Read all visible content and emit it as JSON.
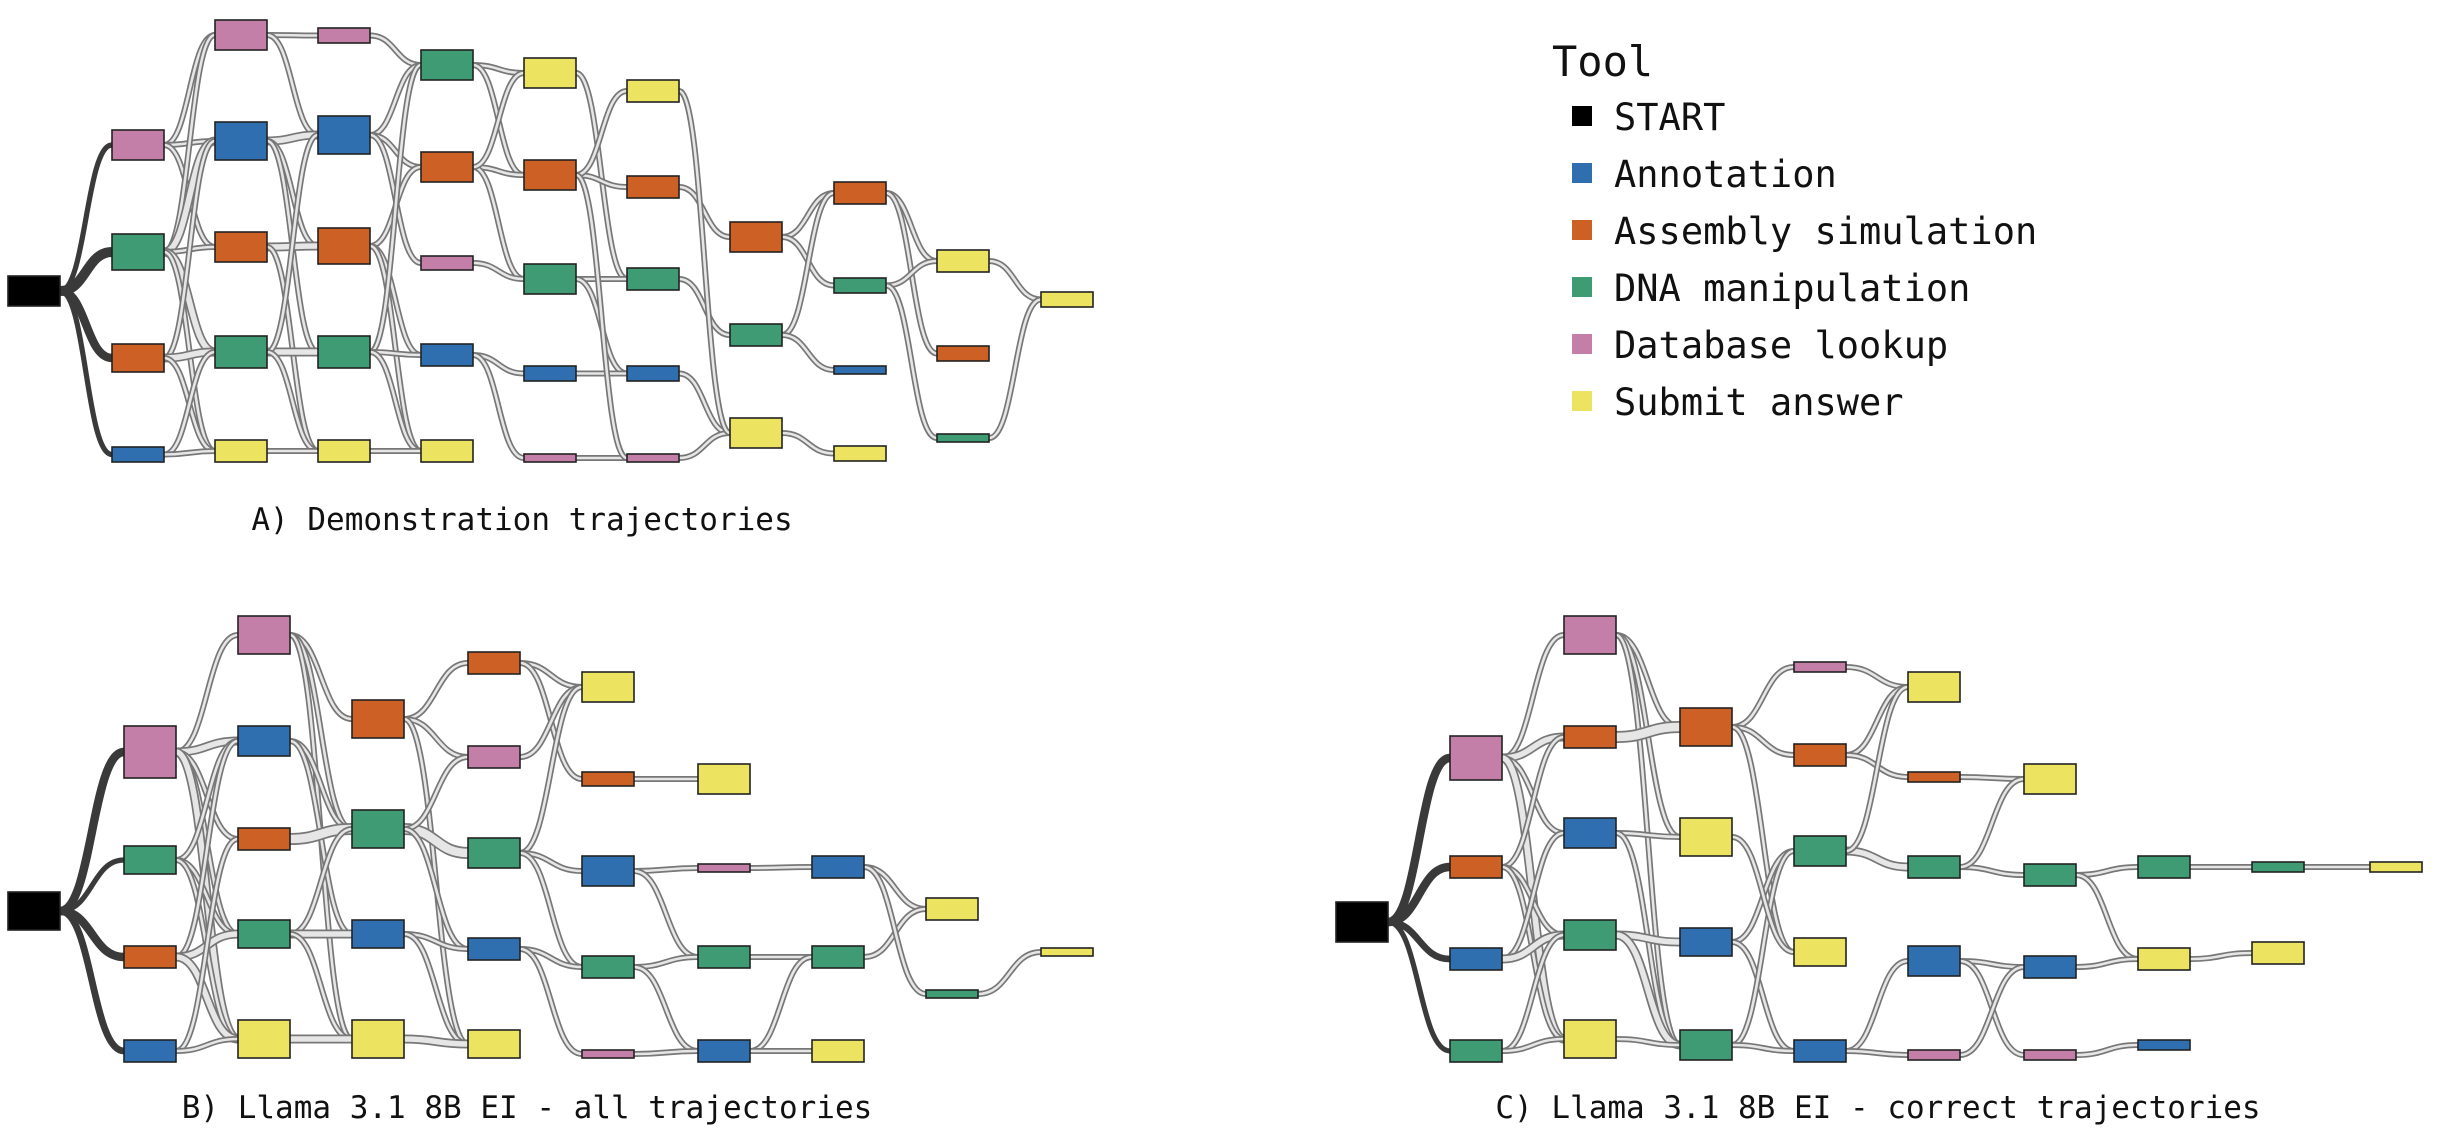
{
  "legend": {
    "title": "Tool",
    "items": [
      {
        "key": "START",
        "label": "START",
        "color": "#000000"
      },
      {
        "key": "ANN",
        "label": "Annotation",
        "color": "#2f6fb0"
      },
      {
        "key": "ASM",
        "label": "Assembly simulation",
        "color": "#cc6025"
      },
      {
        "key": "DNA",
        "label": "DNA manipulation",
        "color": "#3e9b73"
      },
      {
        "key": "DB",
        "label": "Database lookup",
        "color": "#c47fa8"
      },
      {
        "key": "SUB",
        "label": "Submit answer",
        "color": "#ece361"
      }
    ]
  },
  "panels": [
    {
      "id": "A",
      "caption": "A) Demonstration trajectories"
    },
    {
      "id": "B",
      "caption": "B) Llama 3.1 8B EI - all trajectories"
    },
    {
      "id": "C",
      "caption": "C) Llama 3.1 8B EI - correct trajectories"
    }
  ],
  "chart_data": [
    {
      "type": "sankey",
      "title": "A) Demonstration trajectories",
      "nodes": [
        {
          "id": "a0",
          "tool": "START",
          "step": 0
        },
        {
          "id": "a1a",
          "tool": "DB",
          "step": 1
        },
        {
          "id": "a1b",
          "tool": "DNA",
          "step": 1
        },
        {
          "id": "a1c",
          "tool": "ASM",
          "step": 1
        },
        {
          "id": "a1d",
          "tool": "ANN",
          "step": 1
        },
        {
          "id": "a2a",
          "tool": "DB",
          "step": 2
        },
        {
          "id": "a2b",
          "tool": "ANN",
          "step": 2
        },
        {
          "id": "a2c",
          "tool": "ASM",
          "step": 2
        },
        {
          "id": "a2d",
          "tool": "DNA",
          "step": 2
        },
        {
          "id": "a2e",
          "tool": "SUB",
          "step": 2
        },
        {
          "id": "a3a",
          "tool": "DB",
          "step": 3
        },
        {
          "id": "a3b",
          "tool": "ANN",
          "step": 3
        },
        {
          "id": "a3c",
          "tool": "ASM",
          "step": 3
        },
        {
          "id": "a3d",
          "tool": "DNA",
          "step": 3
        },
        {
          "id": "a3e",
          "tool": "SUB",
          "step": 3
        },
        {
          "id": "a4a",
          "tool": "DNA",
          "step": 4
        },
        {
          "id": "a4b",
          "tool": "ASM",
          "step": 4
        },
        {
          "id": "a4c",
          "tool": "DB",
          "step": 4
        },
        {
          "id": "a4d",
          "tool": "ANN",
          "step": 4
        },
        {
          "id": "a4e",
          "tool": "SUB",
          "step": 4
        },
        {
          "id": "a5a",
          "tool": "SUB",
          "step": 5
        },
        {
          "id": "a5b",
          "tool": "ASM",
          "step": 5
        },
        {
          "id": "a5c",
          "tool": "DNA",
          "step": 5
        },
        {
          "id": "a5d",
          "tool": "ANN",
          "step": 5
        },
        {
          "id": "a5e",
          "tool": "DB",
          "step": 5
        },
        {
          "id": "a6a",
          "tool": "SUB",
          "step": 6
        },
        {
          "id": "a6b",
          "tool": "ASM",
          "step": 6
        },
        {
          "id": "a6c",
          "tool": "DNA",
          "step": 6
        },
        {
          "id": "a6d",
          "tool": "ANN",
          "step": 6
        },
        {
          "id": "a6e",
          "tool": "DB",
          "step": 6
        },
        {
          "id": "a7a",
          "tool": "ASM",
          "step": 7
        },
        {
          "id": "a7b",
          "tool": "DNA",
          "step": 7
        },
        {
          "id": "a7c",
          "tool": "SUB",
          "step": 7
        },
        {
          "id": "a8a",
          "tool": "ASM",
          "step": 8
        },
        {
          "id": "a8b",
          "tool": "DNA",
          "step": 8
        },
        {
          "id": "a8c",
          "tool": "ANN",
          "step": 8
        },
        {
          "id": "a8d",
          "tool": "SUB",
          "step": 8
        },
        {
          "id": "a9a",
          "tool": "SUB",
          "step": 9
        },
        {
          "id": "a9b",
          "tool": "ASM",
          "step": 9
        },
        {
          "id": "a9c",
          "tool": "DNA",
          "step": 9
        },
        {
          "id": "a10a",
          "tool": "SUB",
          "step": 10
        }
      ]
    },
    {
      "type": "sankey",
      "title": "B) Llama 3.1 8B EI - all trajectories",
      "nodes": [
        {
          "id": "b0",
          "tool": "START",
          "step": 0
        },
        {
          "id": "b1a",
          "tool": "DB",
          "step": 1
        },
        {
          "id": "b1b",
          "tool": "DNA",
          "step": 1
        },
        {
          "id": "b1c",
          "tool": "ASM",
          "step": 1
        },
        {
          "id": "b1d",
          "tool": "ANN",
          "step": 1
        },
        {
          "id": "b2a",
          "tool": "DB",
          "step": 2
        },
        {
          "id": "b2b",
          "tool": "ANN",
          "step": 2
        },
        {
          "id": "b2c",
          "tool": "ASM",
          "step": 2
        },
        {
          "id": "b2d",
          "tool": "DNA",
          "step": 2
        },
        {
          "id": "b2e",
          "tool": "SUB",
          "step": 2
        },
        {
          "id": "b3a",
          "tool": "ASM",
          "step": 3
        },
        {
          "id": "b3b",
          "tool": "DNA",
          "step": 3
        },
        {
          "id": "b3c",
          "tool": "ANN",
          "step": 3
        },
        {
          "id": "b3d",
          "tool": "SUB",
          "step": 3
        },
        {
          "id": "b4a",
          "tool": "ASM",
          "step": 4
        },
        {
          "id": "b4b",
          "tool": "DB",
          "step": 4
        },
        {
          "id": "b4c",
          "tool": "DNA",
          "step": 4
        },
        {
          "id": "b4d",
          "tool": "ANN",
          "step": 4
        },
        {
          "id": "b4e",
          "tool": "SUB",
          "step": 4
        },
        {
          "id": "b5a",
          "tool": "SUB",
          "step": 5
        },
        {
          "id": "b5b",
          "tool": "ASM",
          "step": 5
        },
        {
          "id": "b5c",
          "tool": "ANN",
          "step": 5
        },
        {
          "id": "b5d",
          "tool": "DNA",
          "step": 5
        },
        {
          "id": "b5e",
          "tool": "DB",
          "step": 5
        },
        {
          "id": "b6a",
          "tool": "SUB",
          "step": 6
        },
        {
          "id": "b6b",
          "tool": "DB",
          "step": 6
        },
        {
          "id": "b6c",
          "tool": "DNA",
          "step": 6
        },
        {
          "id": "b6d",
          "tool": "ANN",
          "step": 6
        },
        {
          "id": "b7a",
          "tool": "ANN",
          "step": 7
        },
        {
          "id": "b7b",
          "tool": "DNA",
          "step": 7
        },
        {
          "id": "b7c",
          "tool": "SUB",
          "step": 7
        },
        {
          "id": "b8a",
          "tool": "SUB",
          "step": 8
        },
        {
          "id": "b8b",
          "tool": "DNA",
          "step": 8
        },
        {
          "id": "b9a",
          "tool": "SUB",
          "step": 9
        }
      ]
    },
    {
      "type": "sankey",
      "title": "C) Llama 3.1 8B EI - correct trajectories",
      "nodes": [
        {
          "id": "c0",
          "tool": "START",
          "step": 0
        },
        {
          "id": "c1a",
          "tool": "DB",
          "step": 1
        },
        {
          "id": "c1b",
          "tool": "ASM",
          "step": 1
        },
        {
          "id": "c1c",
          "tool": "ANN",
          "step": 1
        },
        {
          "id": "c1d",
          "tool": "DNA",
          "step": 1
        },
        {
          "id": "c2a",
          "tool": "DB",
          "step": 2
        },
        {
          "id": "c2b",
          "tool": "ASM",
          "step": 2
        },
        {
          "id": "c2c",
          "tool": "ANN",
          "step": 2
        },
        {
          "id": "c2d",
          "tool": "DNA",
          "step": 2
        },
        {
          "id": "c2e",
          "tool": "SUB",
          "step": 2
        },
        {
          "id": "c3a",
          "tool": "ASM",
          "step": 3
        },
        {
          "id": "c3b",
          "tool": "SUB",
          "step": 3
        },
        {
          "id": "c3c",
          "tool": "ANN",
          "step": 3
        },
        {
          "id": "c3d",
          "tool": "DNA",
          "step": 3
        },
        {
          "id": "c4a",
          "tool": "DB",
          "step": 4
        },
        {
          "id": "c4b",
          "tool": "ASM",
          "step": 4
        },
        {
          "id": "c4c",
          "tool": "DNA",
          "step": 4
        },
        {
          "id": "c4d",
          "tool": "SUB",
          "step": 4
        },
        {
          "id": "c4e",
          "tool": "ANN",
          "step": 4
        },
        {
          "id": "c5a",
          "tool": "SUB",
          "step": 5
        },
        {
          "id": "c5b",
          "tool": "ASM",
          "step": 5
        },
        {
          "id": "c5c",
          "tool": "DNA",
          "step": 5
        },
        {
          "id": "c5d",
          "tool": "ANN",
          "step": 5
        },
        {
          "id": "c5e",
          "tool": "DB",
          "step": 5
        },
        {
          "id": "c6a",
          "tool": "SUB",
          "step": 6
        },
        {
          "id": "c6b",
          "tool": "DNA",
          "step": 6
        },
        {
          "id": "c6c",
          "tool": "ANN",
          "step": 6
        },
        {
          "id": "c6d",
          "tool": "DB",
          "step": 6
        },
        {
          "id": "c7a",
          "tool": "DNA",
          "step": 7
        },
        {
          "id": "c7b",
          "tool": "SUB",
          "step": 7
        },
        {
          "id": "c7c",
          "tool": "ANN",
          "step": 7
        },
        {
          "id": "c8a",
          "tool": "DNA",
          "step": 8
        },
        {
          "id": "c8b",
          "tool": "SUB",
          "step": 8
        },
        {
          "id": "c9a",
          "tool": "SUB",
          "step": 9
        }
      ]
    }
  ]
}
